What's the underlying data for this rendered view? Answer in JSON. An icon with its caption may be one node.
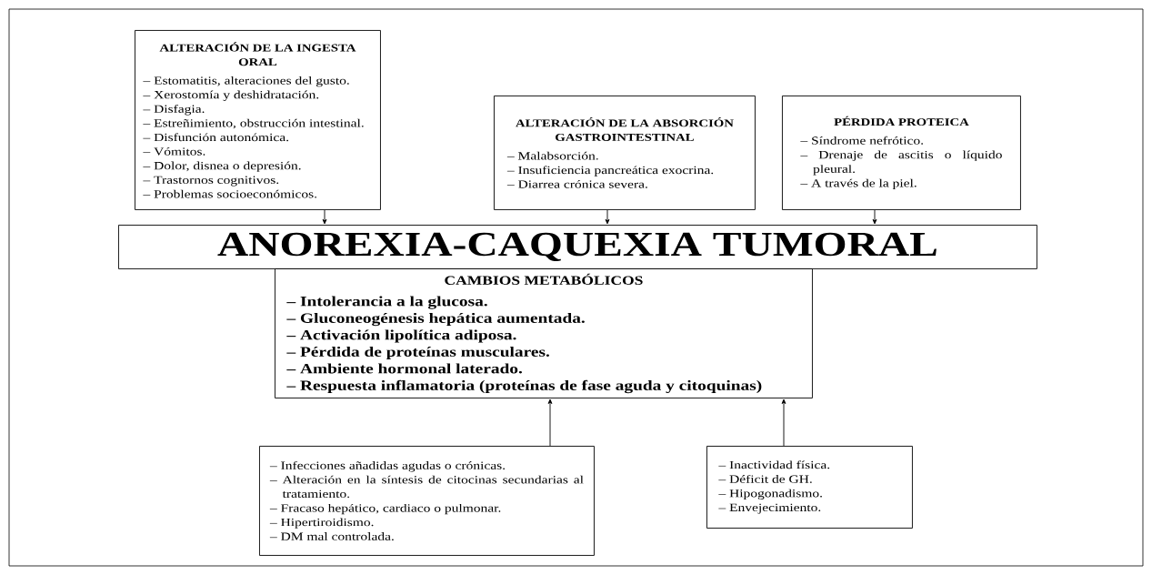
{
  "diagram": {
    "nodes": [
      {
        "text": [
          "ALTERACIÓN DE LA INGESTA ORAL",
          "– Estomatitis, alteraciones del gusto.",
          "– Xerostomía y deshidratación.",
          "– Disfagia.",
          "– Estreñimiento, obstrucción intestinal.",
          "– Disfunción autonómica.",
          "– Vómitos.",
          "– Dolor, disnea o depresión.",
          "– Trastornos cognitivos.",
          "– Problemas socioeconómicos."
        ]
      },
      {
        "text": [
          "ALTERACIÓN DE LA ABSORCIÓN GASTROINTESTINAL",
          "– Malabsorción.",
          "– Insuficiencia pancreática exocrina.",
          "– Diarrea crónica severa."
        ]
      },
      {
        "text": [
          "PÉRDIDA PROTEICA",
          "– Síndrome nefrótico.",
          "– Drenaje de ascitis o líquido pleural.",
          "– A través de la piel."
        ]
      },
      {
        "text": [
          "ANOREXIA-CAQUEXIA TUMORAL"
        ]
      },
      {
        "text": [
          "CAMBIOS METABÓLICOS",
          "– Intolerancia a la glucosa.",
          "– Gluconeogénesis hepática aumentada.",
          "– Activación lipolítica adiposa.",
          "– Pérdida de proteínas musculares.",
          "– Ambiente hormonal laterado.",
          "– Respuesta inflamatoria (proteínas de fase aguda y citoquinas)"
        ]
      },
      {
        "text": [
          "– Infecciones añadidas agudas o crónicas.",
          "– Alteración en la síntesis de citocinas secundarias al tratamiento.",
          "– Fracaso hepático, cardiaco o pulmonar.",
          "– Hipertiroidismo.",
          "– DM mal controlada."
        ]
      },
      {
        "text": [
          "– Inactividad física.",
          "– Déficit de GH.",
          "– Hipogonadismo.",
          "– Envejecimiento."
        ]
      }
    ],
    "edges": [
      {
        "from": 0,
        "to": 3,
        "arrow": "to"
      },
      {
        "from": 1,
        "to": 3,
        "arrow": "to"
      },
      {
        "from": 2,
        "to": 3,
        "arrow": "to"
      },
      {
        "from": 5,
        "to": 4,
        "arrow": "to"
      },
      {
        "from": 6,
        "to": 4,
        "arrow": "to"
      }
    ]
  }
}
